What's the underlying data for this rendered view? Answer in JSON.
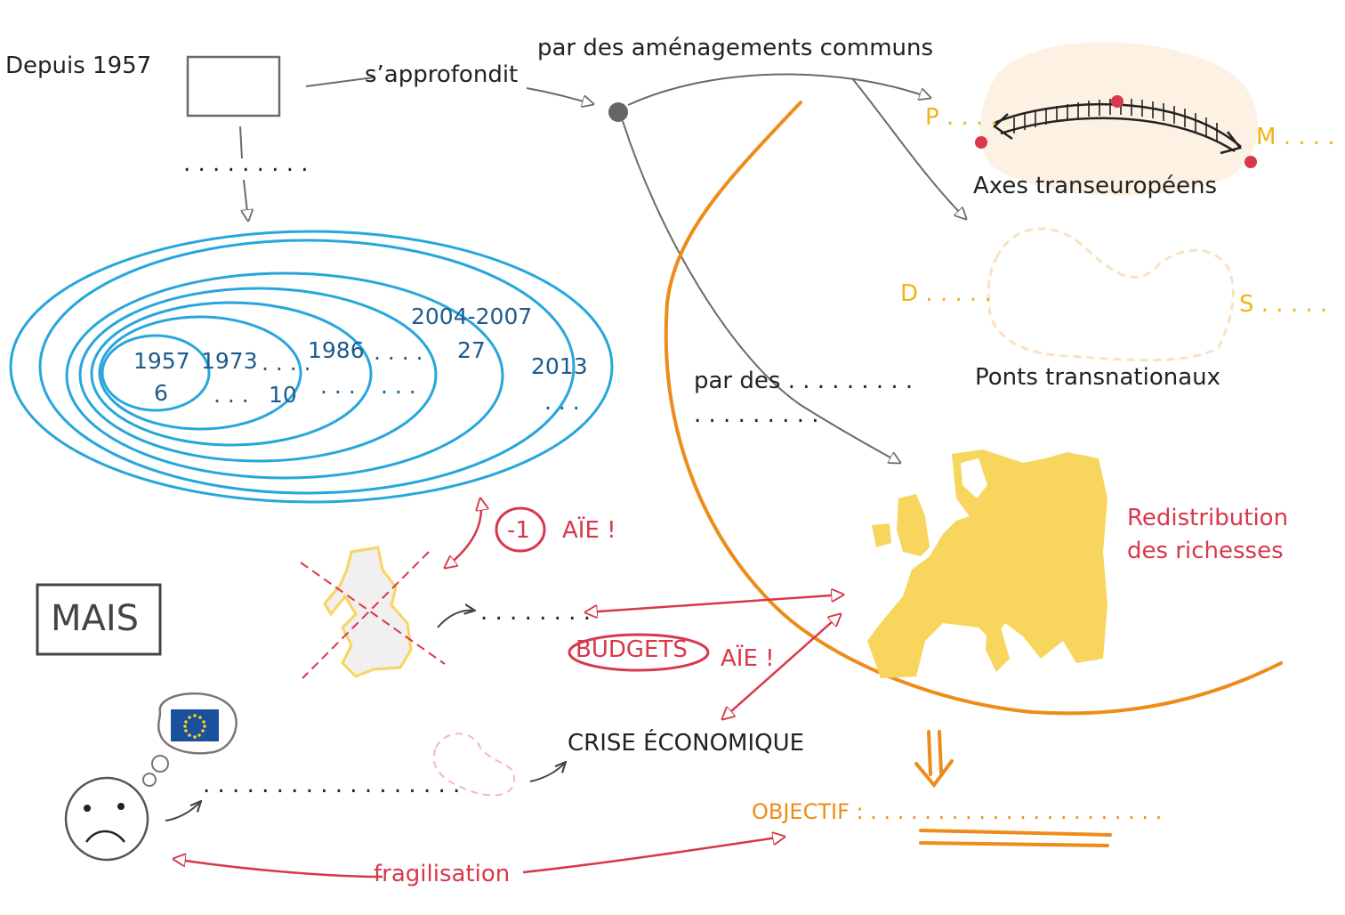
{
  "labels": {
    "since": "Depuis 1957",
    "deepens": "s’approfondit",
    "common_works": "par des aménagements communs",
    "axes": "Axes transeuropéens",
    "bridges": "Ponts transnationaux",
    "par_des": "par des . . . . . . . . .",
    "par_des_2": ". . . . . . . . .",
    "redistribution_1": "Redistribution",
    "redistribution_2": "des richesses",
    "mais": "MAIS",
    "minus_one": "-1",
    "aie_1": "AÏE !",
    "budgets": "BUDGETS",
    "aie_2": "AÏE !",
    "crisis": "CRISE ÉCONOMIQUE",
    "objective": "OBJECTIF : . . . . . . . . . . . . . . . . . . . . . .",
    "weakening": "fragilisation",
    "blank_dots": ". . . . . . . . .",
    "uk_dots": ". . . . . . . .",
    "sad_dots": ". . . . . . . . . . . . . . . . . ."
  },
  "axis_letters": {
    "p": "P . . . .",
    "m": "M . . . .",
    "d": "D . . . . .",
    "s": "S . . . . ."
  },
  "enlargements": [
    {
      "year": "1957",
      "members": "6"
    },
    {
      "year": "1973",
      "members": ". . ."
    },
    {
      "year": ". . . .",
      "members": "10"
    },
    {
      "year": "1986",
      "members": ". . ."
    },
    {
      "year": ". . . .",
      "members": ". . ."
    },
    {
      "year": "2004-2007",
      "members": "27"
    },
    {
      "year": "2013",
      "members": ". . ."
    }
  ],
  "colors": {
    "blue_ring": "#27a6dc",
    "year_text": "#1d5b8c",
    "red": "#d8384a",
    "yellow": "#f2b316",
    "orange": "#ee8c1a",
    "map_fill": "#f8d55c",
    "eu_flag": "#1c4f9c"
  },
  "icons": [
    "eu-flag-icon",
    "sad-face-icon",
    "thought-bubble-icon",
    "uk-map-icon",
    "europe-map-icon",
    "bridge-icon"
  ]
}
